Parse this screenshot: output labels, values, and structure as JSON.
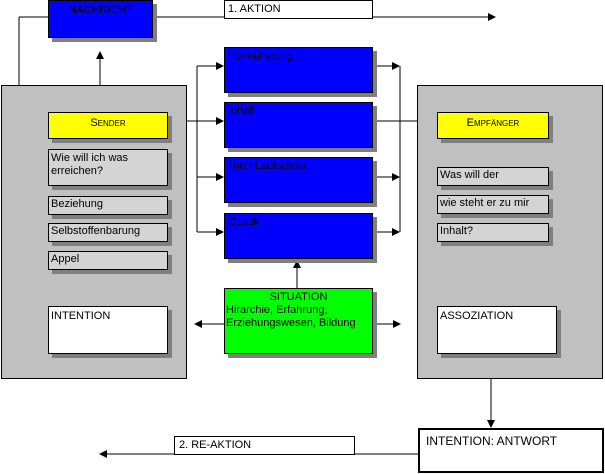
{
  "nachricht": "NACHRICHT",
  "aktion": "1. AKTION",
  "sender": "Sender",
  "empfaenger": "Empfänger",
  "sender_items": [
    "Wie will ich was erreichen?",
    "Beziehung",
    "Selbstoffenbarung",
    "Appel"
  ],
  "sender_intention": "INTENTION",
  "middle_items": [
    "Formulierung",
    "Inhalt",
    "Ton / Lautstärke",
    "Gestik"
  ],
  "situation": {
    "title": "SITUATION",
    "text": "Hirarchie, Erfahrung, Erziehungswesen, Bildung"
  },
  "empfaenger_items": [
    "Was will der",
    "wie steht er zu mir",
    "Inhalt?"
  ],
  "assoziation": "ASSOZIATION",
  "antwort": "INTENTION:  ANTWORT",
  "reaktion": "2. RE-AKTION",
  "colors": {
    "panel": "#c0c0c0",
    "blue": "#0000ff",
    "yellow": "#ffff00",
    "green": "#00ff00",
    "grey_box": "#d4d4d4"
  }
}
